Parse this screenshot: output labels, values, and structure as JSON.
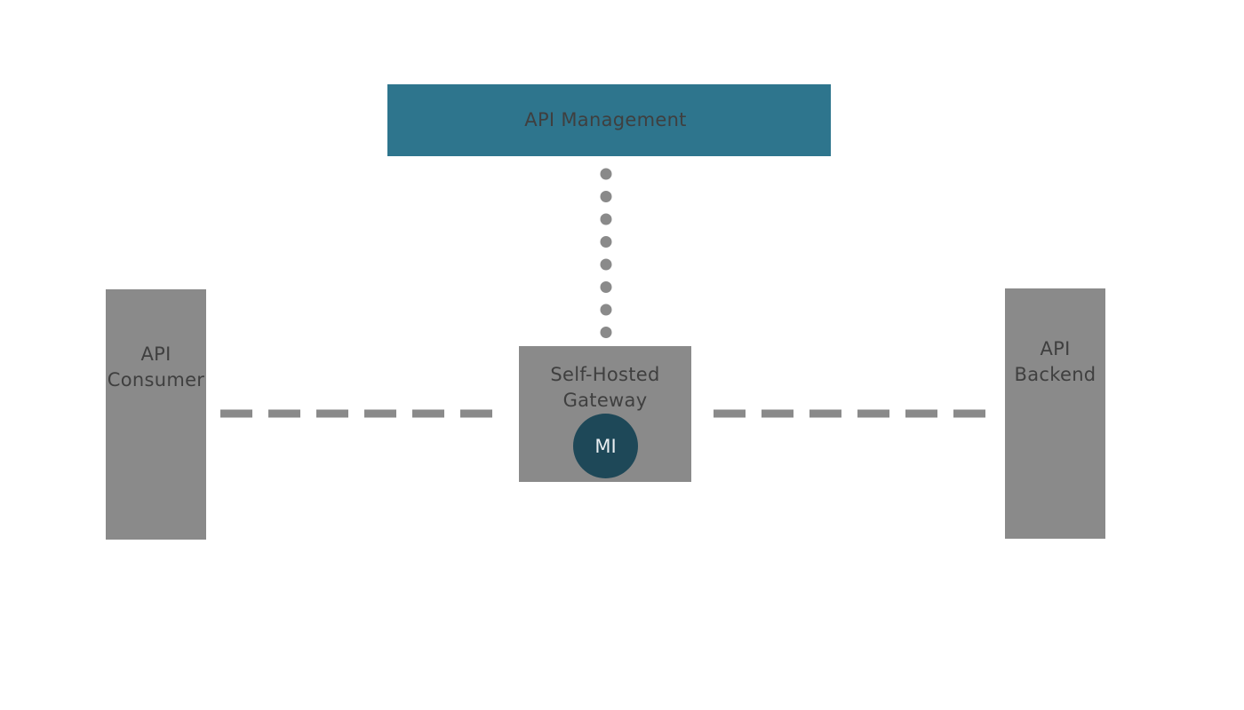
{
  "colors": {
    "background": "#ffffff",
    "management_fill": "#2e758d",
    "node_fill": "#8a8a8a",
    "badge_fill": "#1e4858",
    "connector": "#8a8a8a",
    "text": "#3f3f3f"
  },
  "nodes": {
    "management": {
      "label": "API Management"
    },
    "consumer": {
      "label": "API\nConsumer"
    },
    "gateway": {
      "label": "Self-Hosted\nGateway",
      "badge": "MI"
    },
    "backend": {
      "label": "API\nBackend"
    }
  },
  "edges": [
    {
      "from": "management",
      "to": "gateway",
      "style": "dotted"
    },
    {
      "from": "consumer",
      "to": "gateway",
      "style": "dashed"
    },
    {
      "from": "gateway",
      "to": "backend",
      "style": "dashed"
    }
  ]
}
